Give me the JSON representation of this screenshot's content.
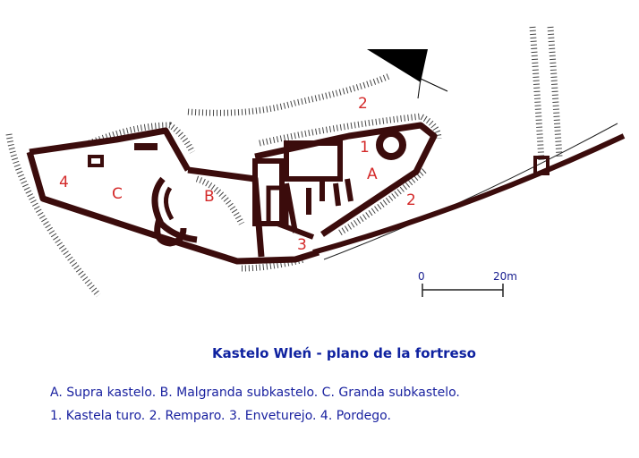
{
  "colors": {
    "wall": "#3b0c0c",
    "labels": "#d42a2a",
    "text": "#1a22a0"
  },
  "plan": {
    "labels": {
      "upper_castle": "A",
      "middle_castle": "B",
      "lower_castle": "C",
      "tower": "1",
      "rampart_north": "2",
      "rampart_south": "2",
      "entrance": "3",
      "gate": "4"
    },
    "scale_bar": {
      "start": "0",
      "end": "20m"
    },
    "north_arrow": "north-arrow-icon"
  },
  "title": "Kastelo Wleń - plano de la fortreso",
  "legend": [
    "A. Supra kastelo. B. Malgranda subkastelo. C. Granda subkastelo.",
    "1. Kastela turo. 2. Remparo. 3. Enveturejo. 4. Pordego."
  ]
}
